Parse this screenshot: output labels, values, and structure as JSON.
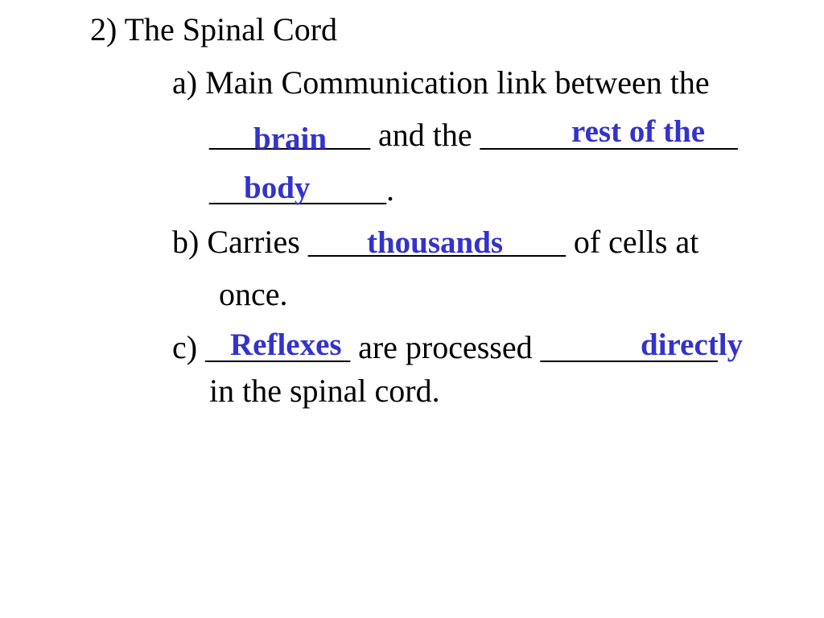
{
  "slide": {
    "title": "2) The Spinal Cord",
    "item_a": {
      "line1": "a) Main Communication link between the",
      "line2": "__________ and the ________________",
      "line3": "___________.",
      "answer_brain": "brain",
      "answer_rest": "rest of the",
      "answer_body": "body"
    },
    "item_b": {
      "line1": "b) Carries ________________ of cells at",
      "line2": "once.",
      "answer_thousands": "thousands"
    },
    "item_c": {
      "line1": "c) _________ are processed ___________",
      "line2": "in the spinal cord.",
      "answer_reflexes": "Reflexes",
      "answer_directly": "directly"
    }
  },
  "colors": {
    "text": "#000000",
    "answer": "#3333cc",
    "background": "#ffffff"
  }
}
